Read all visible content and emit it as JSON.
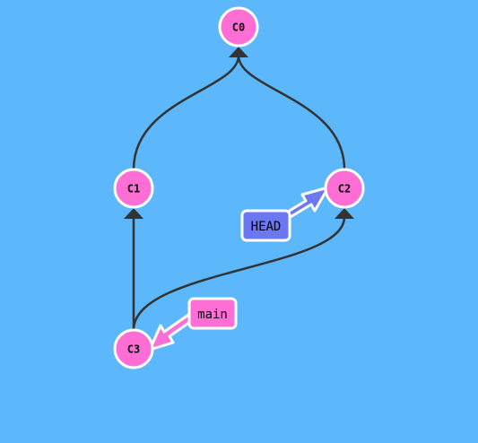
{
  "colors": {
    "background": "#5cb8fb",
    "commit_fill": "#ff6ed4",
    "commit_stroke": "#ffffff",
    "edge": "#333333",
    "head_ref": "#6c77f2",
    "branch_ref": "#ff6ed4"
  },
  "commits": [
    {
      "id": "C0",
      "label": "C0"
    },
    {
      "id": "C1",
      "label": "C1"
    },
    {
      "id": "C2",
      "label": "C2"
    },
    {
      "id": "C3",
      "label": "C3"
    }
  ],
  "edges": [
    {
      "from": "C1",
      "to": "C0"
    },
    {
      "from": "C2",
      "to": "C0"
    },
    {
      "from": "C3",
      "to": "C1"
    },
    {
      "from": "C3",
      "to": "C2"
    }
  ],
  "refs": [
    {
      "id": "head",
      "label": "HEAD",
      "target": "C2",
      "color": "#6c77f2"
    },
    {
      "id": "main",
      "label": "main",
      "target": "C3",
      "color": "#ff6ed4"
    }
  ]
}
